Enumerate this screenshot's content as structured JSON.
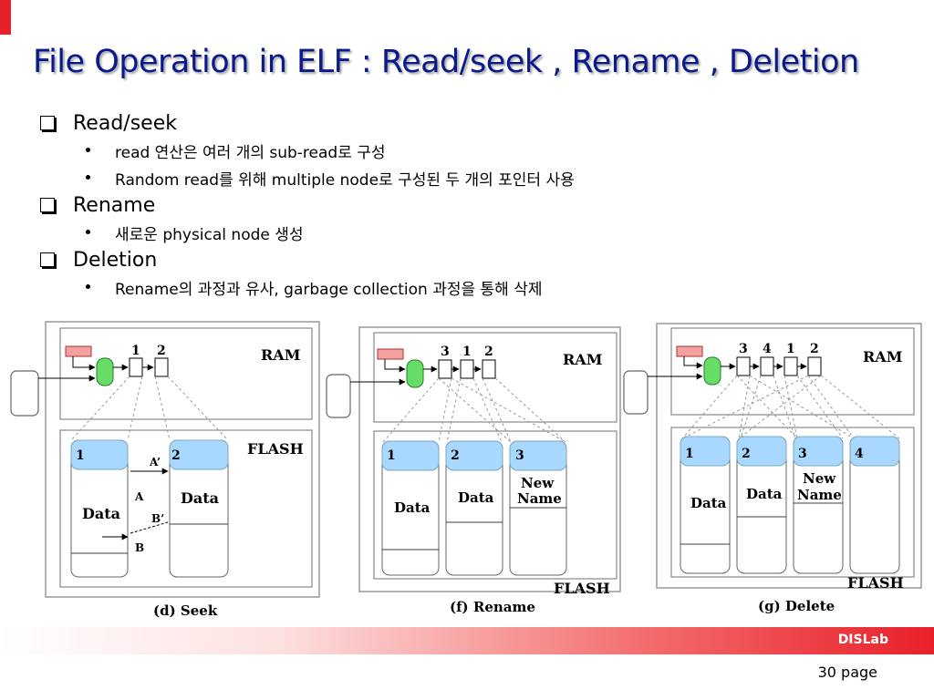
{
  "slide": {
    "title": "File Operation in ELF : Read/seek , Rename , Deletion",
    "sections": [
      {
        "heading": "Read/seek",
        "items": [
          "read 연산은 여러 개의 sub-read로 구성",
          "Random read를 위해 multiple node로 구성된 두 개의 포인터 사용"
        ]
      },
      {
        "heading": "Rename",
        "items": [
          "새로운 physical node 생성"
        ]
      },
      {
        "heading": "Deletion",
        "items": [
          "Rename의 과정과 유사, garbage collection 과정을 통해 삭제"
        ]
      }
    ],
    "footer": {
      "lab": "DISLab",
      "page": "30 page"
    },
    "colors": {
      "title": "#0a1a8c",
      "accent": "#e8202a",
      "block_blue": "#a8d8ff",
      "node_green": "#66dd66",
      "node_red": "#f4a0a0"
    }
  },
  "diagrams": {
    "ram": "RAM",
    "flash": "FLASH",
    "data": "Data",
    "new_name_1": "New",
    "new_name_2": "Name",
    "seek": {
      "caption": "(d) Seek",
      "nums": [
        "1",
        "2"
      ],
      "flash_nums": [
        "1",
        "2"
      ],
      "arrows": {
        "a_prime": "A’",
        "a": "A",
        "b_prime": "B’",
        "b": "B"
      }
    },
    "rename": {
      "caption": "(f) Rename",
      "nums": [
        "3",
        "1",
        "2"
      ],
      "flash_nums": [
        "1",
        "2",
        "3"
      ]
    },
    "delete": {
      "caption": "(g) Delete",
      "nums": [
        "3",
        "4",
        "1",
        "2"
      ],
      "flash_nums": [
        "1",
        "2",
        "3",
        "4"
      ]
    }
  }
}
